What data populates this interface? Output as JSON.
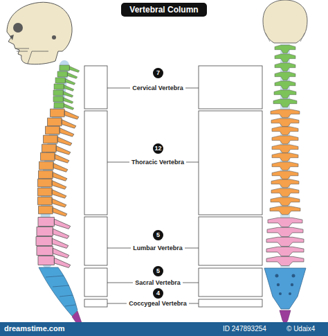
{
  "diagram": {
    "title": "Vertebral Column",
    "nodes": [
      {
        "text": [
          "7",
          "Cervical Vertebra"
        ]
      },
      {
        "text": [
          "12",
          "Thoracic Vertebra"
        ]
      },
      {
        "text": [
          "5",
          "Lumbar Vertebra"
        ]
      },
      {
        "text": [
          "5",
          "Sacral Vertebra"
        ]
      },
      {
        "text": [
          "4",
          "Coccygeal Vertebra"
        ]
      }
    ],
    "labels": [
      "dreamstime.com",
      "ID 247893254",
      "© Udaix4"
    ]
  }
}
